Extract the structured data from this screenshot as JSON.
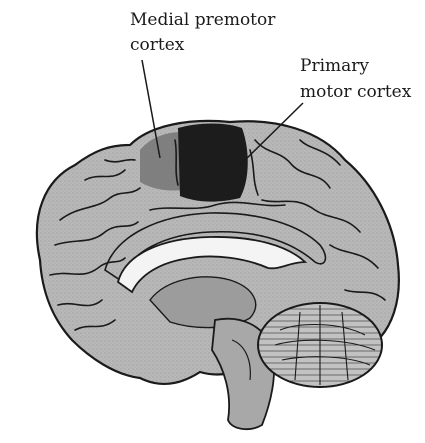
{
  "labels": {
    "medial_premotor": [
      "Medial premotor",
      "cortex"
    ],
    "primary_motor": [
      "Primary",
      "motor cortex"
    ]
  },
  "colors": {
    "background": "#ffffff",
    "cortex_fill": "#b8b8b8",
    "outline": "#1a1a1a",
    "primary_motor_highlight": "#1c1c1c",
    "premotor_highlight": "#6e6e6e",
    "corpus_callosum": "#f4f4f4"
  }
}
